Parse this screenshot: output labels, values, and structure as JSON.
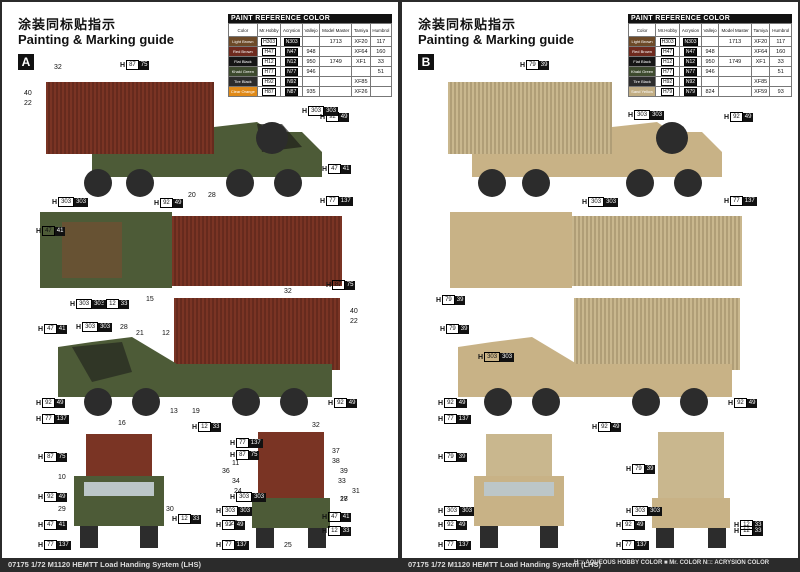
{
  "title_cn": "涂装同标贴指示",
  "title_en": "Painting & Marking guide",
  "paint_ref_title": "PAINT REFERENCE COLOR",
  "paint_table_headers": [
    "Color",
    "Mr.Hobby",
    "Acrysion",
    "Vallejo",
    "Model Master",
    "Tamiya",
    "Humbrol"
  ],
  "paint_rows_left": [
    {
      "swatch": "#6d4a28",
      "label": "Light Brown",
      "h": "H303",
      "n": "N303",
      "vallejo": "",
      "mm": "1713",
      "tamiya": "XF20",
      "humbrol": "117"
    },
    {
      "swatch": "#6e2a1e",
      "label": "Red Brown",
      "h": "H47",
      "n": "N47",
      "vallejo": "948",
      "mm": "",
      "tamiya": "XF64",
      "humbrol": "160"
    },
    {
      "swatch": "#151515",
      "label": "Flat Black",
      "h": "H12",
      "n": "N12",
      "vallejo": "950",
      "mm": "1749",
      "tamiya": "XF1",
      "humbrol": "33"
    },
    {
      "swatch": "#3d4a2e",
      "label": "Khaki Green",
      "h": "H77",
      "n": "N77",
      "vallejo": "946",
      "mm": "",
      "tamiya": "",
      "humbrol": "51"
    },
    {
      "swatch": "#2c2c2c",
      "label": "Tire Black",
      "h": "H92",
      "n": "N92",
      "vallejo": "",
      "mm": "",
      "tamiya": "XF85",
      "humbrol": ""
    },
    {
      "swatch": "#e08a18",
      "label": "Clear Orange",
      "h": "H87",
      "n": "N87",
      "vallejo": "935",
      "mm": "",
      "tamiya": "XF26",
      "humbrol": ""
    }
  ],
  "paint_rows_right": [
    {
      "swatch": "#6d4a28",
      "label": "Light Brown",
      "h": "H303",
      "n": "N303",
      "vallejo": "",
      "mm": "1713",
      "tamiya": "XF20",
      "humbrol": "117"
    },
    {
      "swatch": "#6e2a1e",
      "label": "Red Brown",
      "h": "H47",
      "n": "N47",
      "vallejo": "948",
      "mm": "",
      "tamiya": "XF64",
      "humbrol": "160"
    },
    {
      "swatch": "#151515",
      "label": "Flat Black",
      "h": "H12",
      "n": "N12",
      "vallejo": "950",
      "mm": "1749",
      "tamiya": "XF1",
      "humbrol": "33"
    },
    {
      "swatch": "#3d4a2e",
      "label": "Khaki Green",
      "h": "H77",
      "n": "N77",
      "vallejo": "946",
      "mm": "",
      "tamiya": "",
      "humbrol": "51"
    },
    {
      "swatch": "#2c2c2c",
      "label": "Tire Black",
      "h": "H92",
      "n": "N92",
      "vallejo": "",
      "mm": "",
      "tamiya": "XF85",
      "humbrol": ""
    },
    {
      "swatch": "#c2ae84",
      "label": "Sand Yellow",
      "h": "H79",
      "n": "N79",
      "vallejo": "824",
      "mm": "",
      "tamiya": "XF59",
      "humbrol": "93"
    }
  ],
  "scheme_a": "A",
  "scheme_b": "B",
  "colors": {
    "container_red": "#7a3424",
    "container_sand": "#c9b78e",
    "camo_green": "#4d5b37",
    "camo_brown": "#6e5032",
    "camo_black": "#1e1e1a",
    "sand": "#c8b286",
    "tire": "#2c2c2c"
  },
  "callouts_left": [
    {
      "p": "H",
      "c1": "87",
      "c2": "75"
    },
    {
      "p": "H",
      "c1": "92",
      "c2": "49"
    },
    {
      "p": "H",
      "c1": "303",
      "c2": "303"
    },
    {
      "p": "H",
      "c1": "47",
      "c2": "41"
    },
    {
      "p": "H",
      "c1": "92",
      "c2": "49"
    },
    {
      "p": "H",
      "c1": "77",
      "c2": "137"
    },
    {
      "p": "H",
      "c1": "303",
      "c2": "303"
    },
    {
      "p": "H",
      "c1": "47",
      "c2": "41"
    },
    {
      "p": "H",
      "c1": "303",
      "c2": "303"
    },
    {
      "p": "H",
      "c1": "12",
      "c2": "33"
    },
    {
      "p": "H",
      "c1": "87",
      "c2": "75"
    },
    {
      "p": "H",
      "c1": "47",
      "c2": "41"
    },
    {
      "p": "H",
      "c1": "303",
      "c2": "303"
    },
    {
      "p": "H",
      "c1": "92",
      "c2": "49"
    },
    {
      "p": "H",
      "c1": "77",
      "c2": "137"
    },
    {
      "p": "H",
      "c1": "12",
      "c2": "33"
    },
    {
      "p": "H",
      "c1": "92",
      "c2": "49"
    },
    {
      "p": "H",
      "c1": "87",
      "c2": "75"
    },
    {
      "p": "H",
      "c1": "77",
      "c2": "137"
    },
    {
      "p": "H",
      "c1": "87",
      "c2": "75"
    },
    {
      "p": "H",
      "c1": "92",
      "c2": "49"
    },
    {
      "p": "H",
      "c1": "303",
      "c2": "303"
    },
    {
      "p": "H",
      "c1": "12",
      "c2": "33"
    },
    {
      "p": "H",
      "c1": "303",
      "c2": "303"
    },
    {
      "p": "H",
      "c1": "47",
      "c2": "41"
    },
    {
      "p": "H",
      "c1": "92",
      "c2": "49"
    },
    {
      "p": "H",
      "c1": "47",
      "c2": "41"
    },
    {
      "p": "H",
      "c1": "77",
      "c2": "137"
    },
    {
      "p": "H",
      "c1": "77",
      "c2": "137"
    },
    {
      "p": "H",
      "c1": "12",
      "c2": "33"
    }
  ],
  "callouts_right": [
    {
      "p": "H",
      "c1": "79",
      "c2": "39"
    },
    {
      "p": "H",
      "c1": "303",
      "c2": "303"
    },
    {
      "p": "H",
      "c1": "92",
      "c2": "49"
    },
    {
      "p": "H",
      "c1": "77",
      "c2": "137"
    },
    {
      "p": "H",
      "c1": "303",
      "c2": "303"
    },
    {
      "p": "H",
      "c1": "79",
      "c2": "39"
    },
    {
      "p": "H",
      "c1": "79",
      "c2": "39"
    },
    {
      "p": "H",
      "c1": "303",
      "c2": "303"
    },
    {
      "p": "H",
      "c1": "92",
      "c2": "49"
    },
    {
      "p": "H",
      "c1": "77",
      "c2": "137"
    },
    {
      "p": "H",
      "c1": "92",
      "c2": "49"
    },
    {
      "p": "H",
      "c1": "92",
      "c2": "49"
    },
    {
      "p": "H",
      "c1": "79",
      "c2": "39"
    },
    {
      "p": "H",
      "c1": "79",
      "c2": "39"
    },
    {
      "p": "H",
      "c1": "303",
      "c2": "303"
    },
    {
      "p": "H",
      "c1": "303",
      "c2": "303"
    },
    {
      "p": "H",
      "c1": "92",
      "c2": "49"
    },
    {
      "p": "H",
      "c1": "12",
      "c2": "33"
    },
    {
      "p": "H",
      "c1": "92",
      "c2": "49"
    },
    {
      "p": "H",
      "c1": "77",
      "c2": "137"
    },
    {
      "p": "H",
      "c1": "77",
      "c2": "137"
    },
    {
      "p": "H",
      "c1": "12",
      "c2": "33"
    }
  ],
  "numbers_left": [
    "32",
    "40",
    "22",
    "20",
    "28",
    "32",
    "40",
    "22",
    "15",
    "28",
    "21",
    "12",
    "13",
    "19",
    "16",
    "32",
    "37",
    "38",
    "39",
    "11",
    "33",
    "36",
    "34",
    "24",
    "31",
    "18",
    "10",
    "29",
    "30",
    "27",
    "26",
    "25"
  ],
  "footer_left": "07175 1/72  M1120 HEMTT Load Handing System (LHS)",
  "footer_right": "07175 1/72  M1120 HEMTT Load Handing System (LHS)",
  "legend": "H□: AQUEOUS HOBBY COLOR    ■ Mr. COLOR    N□: ACRYSION COLOR"
}
